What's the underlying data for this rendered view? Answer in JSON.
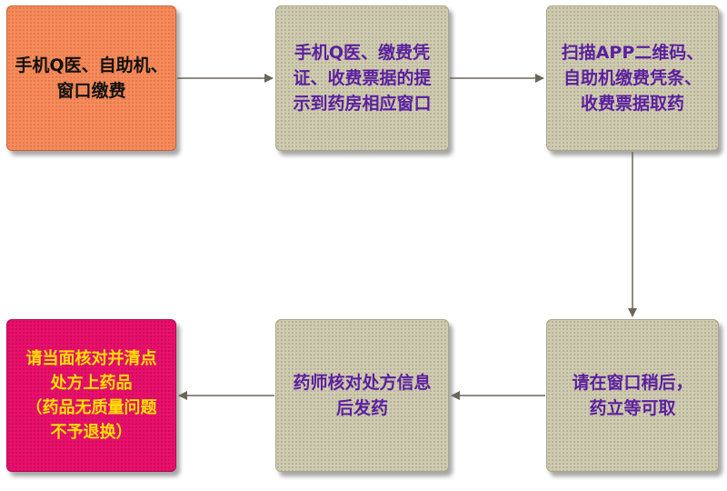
{
  "nodes": {
    "n1": {
      "text": "手机Q医、自助机、\n窗口缴费",
      "color": "#f68a5a",
      "text_color": "#111111"
    },
    "n2": {
      "text": "手机Q医、缴费凭\n证、收费票据的提\n示到药房相应窗口",
      "color": "#cfcbb0",
      "text_color": "#5b1fa0"
    },
    "n3": {
      "text": "扫描APP二维码、\n自助机缴费凭条、\n收费票据取药",
      "color": "#cfcbb0",
      "text_color": "#5b1fa0"
    },
    "n4": {
      "text": "请在窗口稍后，\n药立等可取",
      "color": "#cfcbb0",
      "text_color": "#5b1fa0"
    },
    "n5": {
      "text": "药师核对处方信息\n后发药",
      "color": "#cfcbb0",
      "text_color": "#5b1fa0"
    },
    "n6": {
      "text": "请当面核对并清点\n处方上药品\n（药品无质量问题\n不予退换）",
      "color": "#e8106c",
      "text_color": "#ffe000"
    }
  },
  "edge_color": "#6b6658"
}
